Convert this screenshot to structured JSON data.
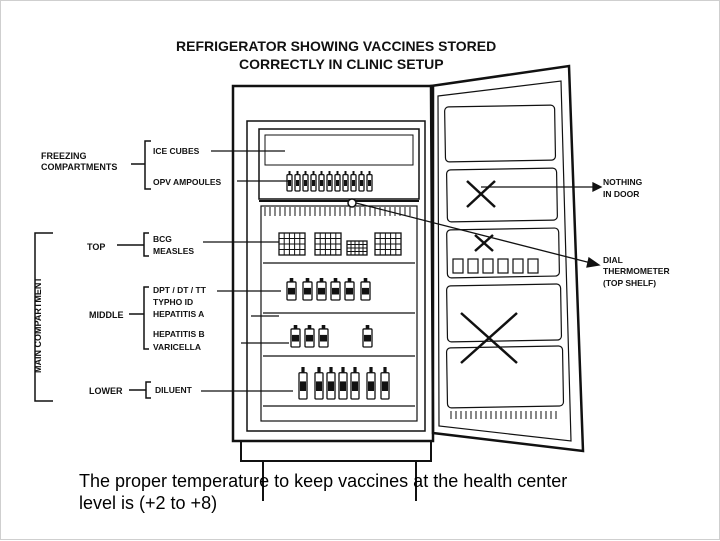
{
  "title": {
    "line1": "REFRIGERATOR SHOWING VACCINES STORED",
    "line2": "CORRECTLY IN CLINIC SETUP"
  },
  "left_labels": {
    "freezing_line1": "FREEZING",
    "freezing_line2": "COMPARTMENTS",
    "main_compartment": "MAIN COMPARTMENT",
    "top": "TOP",
    "middle": "MIDDLE",
    "lower": "LOWER"
  },
  "items": {
    "ice_cubes": "ICE CUBES",
    "opv_ampoules": "OPV AMPOULES",
    "bcg": "BCG",
    "measles": "MEASLES",
    "dpt": "DPT / DT / TT",
    "typhoid": "TYPHO ID",
    "hepatitis_a": "HEPATITIS A",
    "hepatitis_b": "HEPATITIS B",
    "varicella": "VARICELLA",
    "diluent": "DILUENT"
  },
  "right_labels": {
    "nothing_line1": "NOTHING",
    "nothing_line2": "IN DOOR",
    "dial_line1": "DIAL",
    "dial_line2": "THERMOMETER",
    "dial_line3": "(TOP SHELF)"
  },
  "caption": {
    "line1": "The proper temperature to keep vaccines at the health center",
    "line2": "level is (+2 to +8)"
  }
}
